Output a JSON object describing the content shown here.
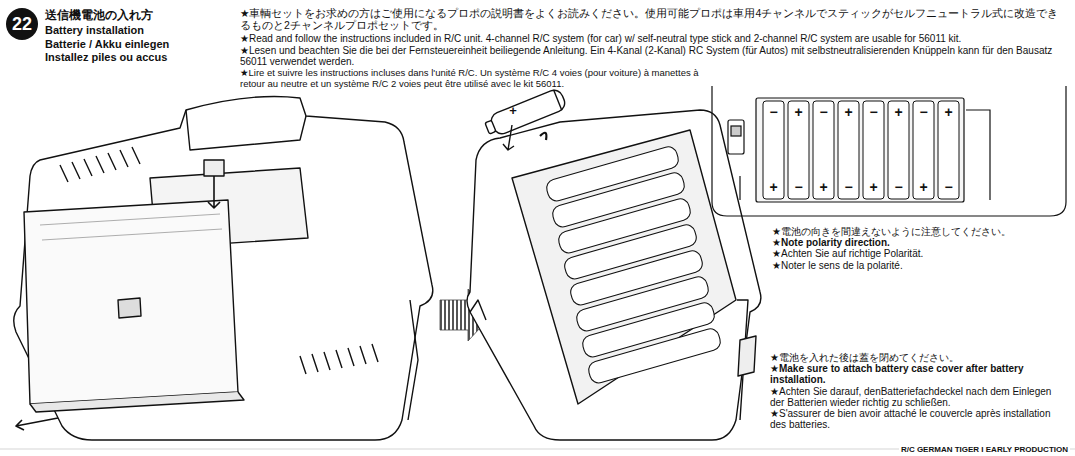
{
  "diagram": {
    "nodes": [
      {
        "text": [
          "22"
        ]
      }
    ],
    "labels": [
      "送信機電池の入れ方",
      "Battery installation",
      "Batterie / Akku einlegen",
      "Installez piles ou accus",
      "★車輌セットをお求めの方はご使用になるプロポの説明書をよくお読みください。使用可能プロポは車用4チャンネルでスティックがセルフニュートラル式に改造できるものと2チャンネルプロポセットです。",
      "★Read and follow the instructions included in R/C unit. 4-channel R/C system (for car) w/ self-neutral type stick and 2-channel R/C system are usable for 56011 kit.",
      "★Lesen und beachten Sie die bei der Fernsteuereinheit beiliegende Anleitung. Ein 4-Kanal (2-Kanal) RC System (für Autos) mit selbstneutralisierenden Knüppeln kann für den Bausatz 56011 verwendet werden.",
      "★Lire et suivre les instructions incluses dans l'unité R/C. Un système R/C 4 voies (pour voiture) à manettes à retour au neutre et un système R/C 2 voies peut être utilisé avec le kit 56011.",
      "+",
      "−",
      "+",
      "−",
      "+",
      "−",
      "+",
      "−",
      "+",
      "+",
      "−",
      "+",
      "−",
      "+",
      "−",
      "+",
      "−",
      "★電池の向きを間違えないように注意してください。",
      "★Note polarity direction.",
      "★Achten Sie auf richtige Polarität.",
      "★Noter le sens de la polarité.",
      "★電池を入れた後は蓋を閉めてください。",
      "★Make sure to attach battery case cover after battery installation.",
      "★Achten Sie darauf, denBatteriefachdeckel nach dem Einlegen der Batterien wieder richtig zu schließen.",
      "★S'assurer de bien avoir attaché le couvercle après installation des batteries.",
      "R/C GERMAN TIGER I EARLY PRODUCTION"
    ]
  }
}
